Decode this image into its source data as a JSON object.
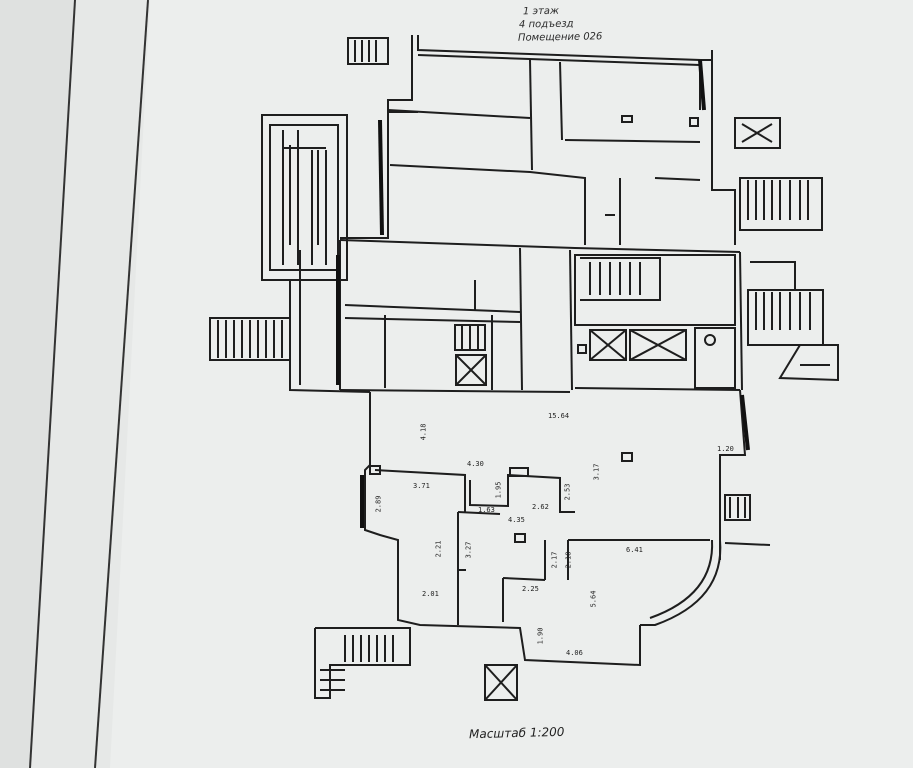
{
  "header": {
    "floor": "1 этаж",
    "entrance": "4 подъезд",
    "premises": "Помещение 026"
  },
  "scale_label": "Масштаб 1:200",
  "dimensions": [
    "15.64",
    "4.18",
    "4.30",
    "3.71",
    "2.89",
    "1.63",
    "1.95",
    "2.62",
    "2.53",
    "4.35",
    "3.17",
    "2.21",
    "3.27",
    "2.17",
    "2.18",
    "6.41",
    "1.20",
    "2.01",
    "2.25",
    "5.64",
    "1.90",
    "4.06"
  ],
  "colors": {
    "paper": "#e9ebea",
    "ink": "#1e1e1e"
  }
}
